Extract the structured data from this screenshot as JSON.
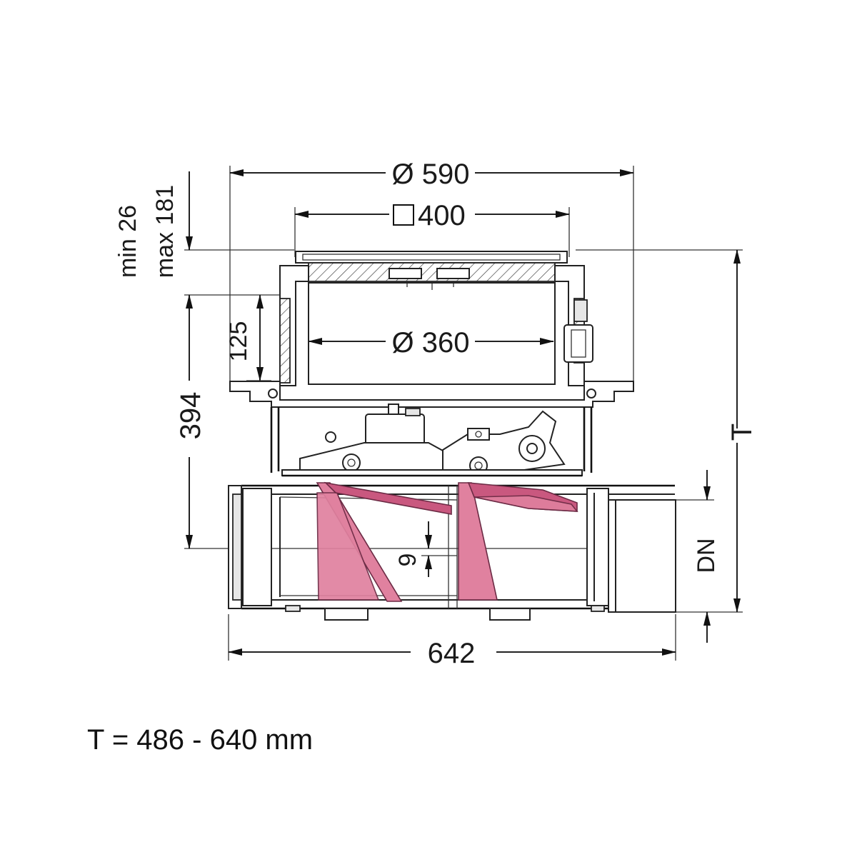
{
  "dimensions": {
    "outer_diameter": "Ø 590",
    "square_opening": "400",
    "inner_diameter": "Ø 360",
    "height_adjust_min": "min 26",
    "height_adjust_max": "max 181",
    "frame_height": "125",
    "body_height": "394",
    "flap_offset": "9",
    "nominal_diameter": "DN",
    "total_length": "642",
    "depth": "T"
  },
  "formula": "T = 486 - 640 mm",
  "colors": {
    "line": "#222222",
    "flap": "#e0819f",
    "flap_shade": "#c9587f"
  }
}
